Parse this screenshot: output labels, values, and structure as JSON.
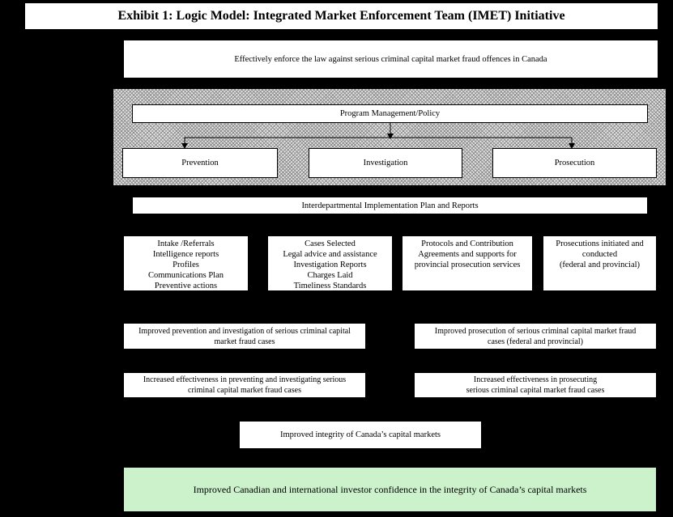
{
  "title": "Exhibit 1: Logic Model: Integrated Market Enforcement Team (IMET) Initiative",
  "objective": "Effectively enforce the law against serious criminal capital market fraud offences in Canada",
  "activities": {
    "management_bar": "Program Management/Policy",
    "streams": [
      "Prevention",
      "Investigation",
      "Prosecution"
    ]
  },
  "plan_bar": "Interdepartmental Implementation Plan and Reports",
  "outputs": [
    {
      "lines": [
        "Intake /Referrals",
        "Intelligence reports",
        "Profiles",
        "Communications Plan",
        "Preventive actions"
      ]
    },
    {
      "lines": [
        "Cases Selected",
        "Legal advice and assistance",
        "Investigation Reports",
        "Charges Laid",
        "Timeliness Standards"
      ]
    },
    {
      "lines": [
        "Protocols and Contribution",
        "Agreements and supports for",
        "provincial prosecution services"
      ]
    },
    {
      "lines": [
        "Prosecutions initiated and",
        "conducted",
        "(federal and provincial)"
      ]
    }
  ],
  "immediate_outcomes": [
    {
      "lines": [
        "Improved prevention and investigation of serious criminal capital",
        "market fraud cases"
      ]
    },
    {
      "lines": [
        "Improved prosecution of serious criminal capital market fraud",
        "cases (federal and provincial)"
      ]
    }
  ],
  "intermediate_outcomes": [
    {
      "lines": [
        "Increased effectiveness in preventing and investigating serious",
        "criminal capital market fraud cases"
      ]
    },
    {
      "lines": [
        "Increased effectiveness in prosecuting",
        "serious criminal capital market fraud cases"
      ]
    }
  ],
  "final_outcome": "Improved integrity of Canada’s capital markets",
  "ultimate_outcome": "Improved Canadian and international investor confidence in the integrity of Canada’s capital markets",
  "colors": {
    "background": "#000000",
    "box_bg": "#ffffff",
    "ultimate_bg": "#ccf2cc",
    "hatch_gray": "#9a9a9a",
    "line_color": "#000000"
  }
}
